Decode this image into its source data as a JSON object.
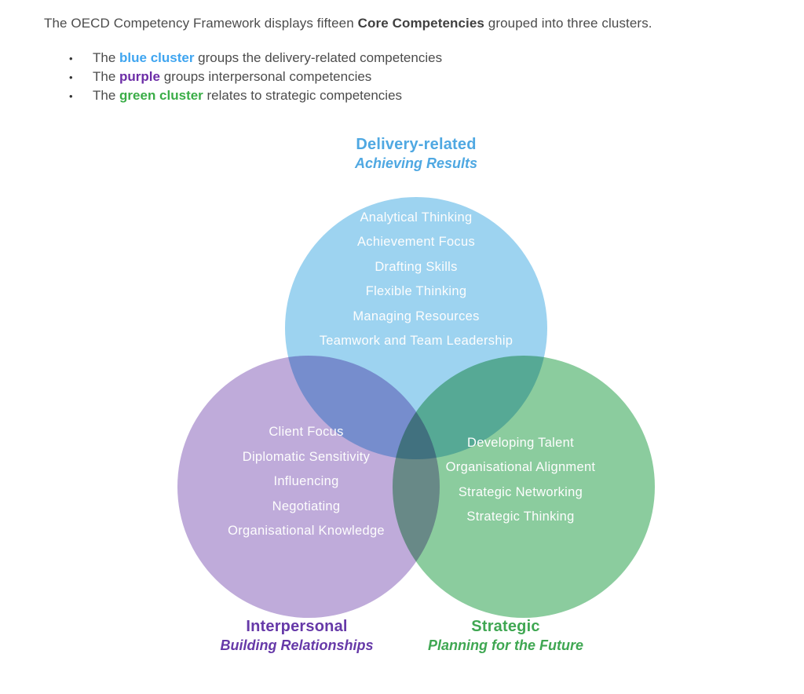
{
  "intro": {
    "prefix": "The OECD Competency Framework displays fifteen ",
    "bold": "Core Competencies",
    "suffix": " grouped into three clusters."
  },
  "bullets": [
    {
      "marker": "•",
      "prefix": "The ",
      "accent": "blue cluster",
      "suffix": " groups the delivery-related competencies",
      "accent_color": "#3fa5f0"
    },
    {
      "marker": "•",
      "prefix": "The ",
      "accent": "purple",
      "suffix": " groups interpersonal competencies",
      "accent_color": "#6c2da7"
    },
    {
      "marker": "•",
      "prefix": "The ",
      "accent": "green cluster",
      "suffix": " relates to strategic competencies",
      "accent_color": "#3aad47"
    }
  ],
  "clusters": {
    "delivery": {
      "title": "Delivery-related",
      "subtitle": "Achieving Results",
      "title_color": "#4fa8e2",
      "fill": "#9dd3f0",
      "items": [
        "Analytical Thinking",
        "Achievement Focus",
        "Drafting Skills",
        "Flexible Thinking",
        "Managing Resources",
        "Teamwork and Team Leadership"
      ]
    },
    "interpersonal": {
      "title": "Interpersonal",
      "subtitle": "Building Relationships",
      "title_color": "#6639a8",
      "fill": "#bfabda",
      "items": [
        "Client Focus",
        "Diplomatic Sensitivity",
        "Influencing",
        "Negotiating",
        "Organisational Knowledge"
      ]
    },
    "strategic": {
      "title": "Strategic",
      "subtitle": "Planning for the Future",
      "title_color": "#3fa752",
      "fill": "#8bcc9e",
      "items": [
        "Developing Talent",
        "Organisational Alignment",
        "Strategic Networking",
        "Strategic Thinking"
      ]
    }
  },
  "colors": {
    "body_text": "#4c4c4c",
    "item_text": "#fdfdfd",
    "background": "#ffffff"
  }
}
